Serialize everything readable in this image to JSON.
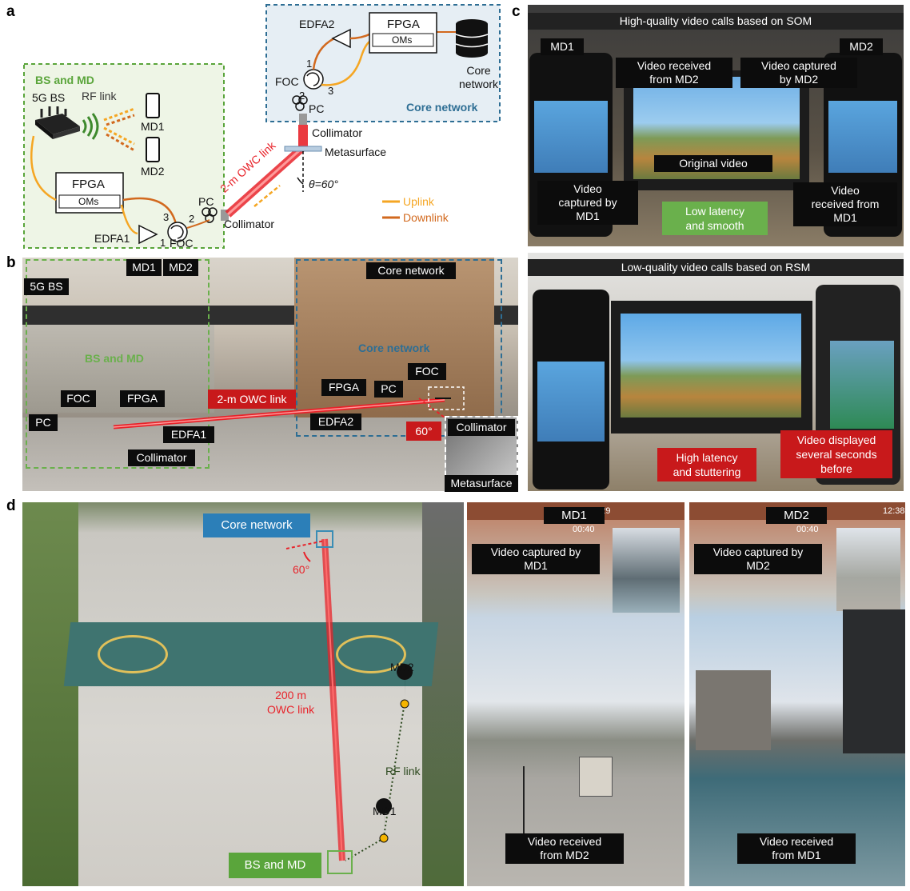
{
  "panel_labels": {
    "a": "a",
    "b": "b",
    "c": "c",
    "d": "d"
  },
  "panel_a": {
    "bs_md_title": "BS and MD",
    "core_network_title": "Core network",
    "five_g_bs": "5G BS",
    "rf_link": "RF link",
    "md1": "MD1",
    "md2": "MD2",
    "fpga_left": "FPGA",
    "oms_left": "OMs",
    "edfa1": "EDFA1",
    "foc_left": "FOC",
    "pc_left": "PC",
    "port_1": "1",
    "port_2": "2",
    "port_3": "3",
    "collimator_left": "Collimator",
    "owc_link": "2-m OWC link",
    "theta": "θ=60°",
    "metasurface": "Metasurface",
    "collimator_top": "Collimator",
    "edfa2": "EDFA2",
    "fpga_right": "FPGA",
    "oms_right": "OMs",
    "core_network_label": "Core\nnetwork",
    "foc_right": "FOC",
    "pc_right": "PC",
    "uplink": "Uplink",
    "downlink": "Downlink",
    "colors": {
      "uplink": "#f5a623",
      "downlink": "#d2691e",
      "bs_box": "#5aa53b",
      "core_box": "#2e6e94",
      "owc": "#e8232a"
    }
  },
  "panel_b": {
    "five_g_bs": "5G BS",
    "md1": "MD1",
    "md2": "MD2",
    "core_network_tag": "Core network",
    "core_network_text": "Core network",
    "bs_and_md_text": "BS and MD",
    "foc_right": "FOC",
    "fpga_right": "FPGA",
    "pc_right": "PC",
    "edfa2": "EDFA2",
    "owc_link": "2-m OWC link",
    "angle": "60°",
    "collimator_right": "Collimator",
    "metasurface": "Metasurface",
    "pc_left": "PC",
    "foc_left": "FOC",
    "fpga_left": "FPGA",
    "edfa1": "EDFA1",
    "collimator_left": "Collimator"
  },
  "panel_c_top": {
    "title": "High-quality video calls based on SOM",
    "md1": "MD1",
    "md2": "MD2",
    "received_from_md2": "Video received\nfrom MD2",
    "captured_by_md2": "Video captured\nby MD2",
    "original_video": "Original video",
    "captured_by_md1": "Video\ncaptured by\nMD1",
    "low_latency": "Low latency\nand smooth",
    "received_from_md1": "Video\nreceived from\nMD1"
  },
  "panel_c_bottom": {
    "title": "Low-quality video calls based on RSM",
    "high_latency": "High latency\nand stuttering",
    "displayed_before": "Video displayed\nseveral seconds\nbefore"
  },
  "panel_d": {
    "core_network": "Core network",
    "angle": "60°",
    "owc_distance": "200 m\nOWC link",
    "md2": "MD2",
    "rf_link": "RF link",
    "md1": "MD1",
    "bs_and_md": "BS and MD",
    "phone1": {
      "title": "MD1",
      "status_time": "12:29",
      "clock": "00:40",
      "captured": "Video captured by\nMD1",
      "received": "Video received\nfrom MD2"
    },
    "phone2": {
      "title": "MD2",
      "status_time": "12:38",
      "clock": "00:40",
      "captured": "Video captured by\nMD2",
      "received": "Video received\nfrom MD1"
    }
  }
}
